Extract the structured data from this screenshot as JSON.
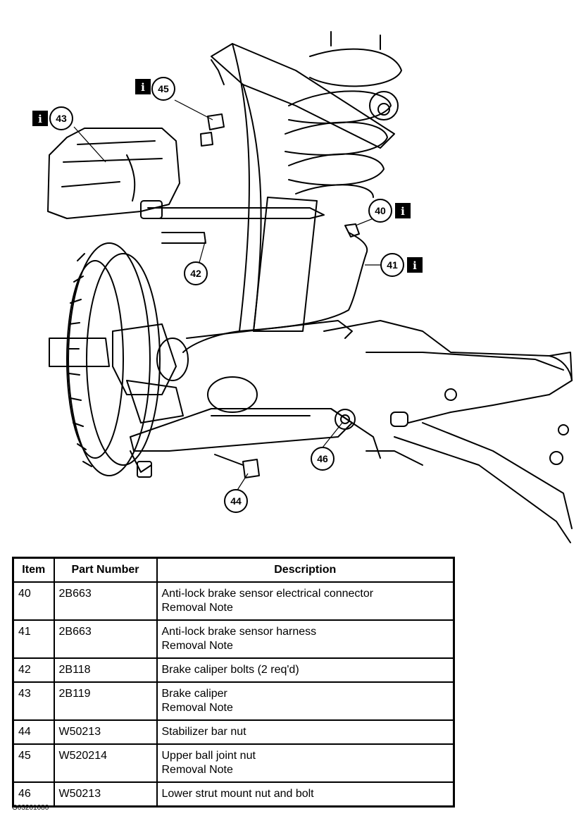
{
  "callouts": [
    {
      "num": "40",
      "info": "i"
    },
    {
      "num": "41",
      "info": "i"
    },
    {
      "num": "42"
    },
    {
      "num": "43",
      "info": "i"
    },
    {
      "num": "44"
    },
    {
      "num": "45",
      "info": "i"
    },
    {
      "num": "46"
    }
  ],
  "table": {
    "headers": [
      "Item",
      "Part Number",
      "Description"
    ],
    "rows": [
      {
        "item": "40",
        "part": "2B663",
        "desc": "Anti-lock brake sensor electrical connector",
        "note": "Removal Note"
      },
      {
        "item": "41",
        "part": "2B663",
        "desc": "Anti-lock brake sensor harness",
        "note": "Removal Note"
      },
      {
        "item": "42",
        "part": "2B118",
        "desc": "Brake caliper bolts (2 req'd)",
        "note": ""
      },
      {
        "item": "43",
        "part": "2B119",
        "desc": "Brake caliper",
        "note": "Removal Note"
      },
      {
        "item": "44",
        "part": "W50213",
        "desc": "Stabilizer bar nut",
        "note": ""
      },
      {
        "item": "45",
        "part": "W520214",
        "desc": "Upper ball joint nut",
        "note": "Removal Note"
      },
      {
        "item": "46",
        "part": "W50213",
        "desc": "Lower strut mount nut and bolt",
        "note": ""
      }
    ]
  },
  "figure_id": "G03201080"
}
